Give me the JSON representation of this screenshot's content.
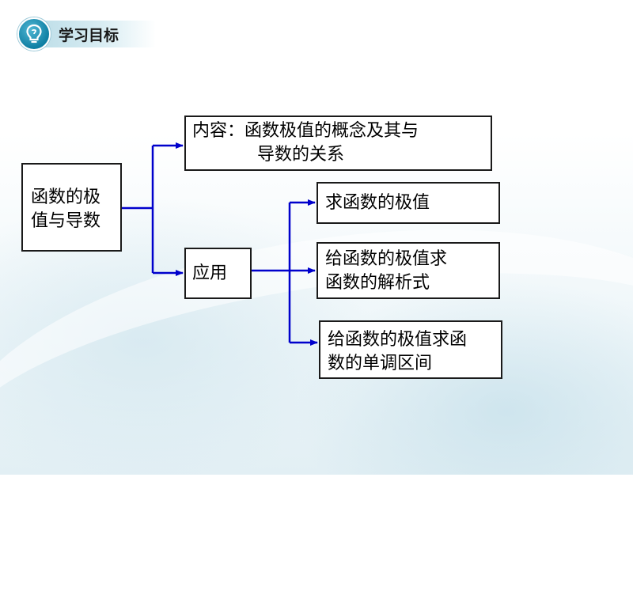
{
  "header": {
    "title": "学习目标",
    "icon": "lightbulb-icon",
    "accent": "#1a8fb4"
  },
  "diagram": {
    "root": {
      "lines": [
        "函数的极",
        "值与导数"
      ]
    },
    "content": {
      "lines": [
        "内容：函数极值的概念及其与",
        "导数的关系"
      ]
    },
    "application": {
      "label": "应用"
    },
    "leaves": [
      {
        "lines": [
          "求函数的极值"
        ]
      },
      {
        "lines": [
          "给函数的极值求",
          "函数的解析式"
        ]
      },
      {
        "lines": [
          "给函数的极值求函",
          "数的单调区间"
        ]
      }
    ],
    "connector_color": "#0000cc"
  }
}
